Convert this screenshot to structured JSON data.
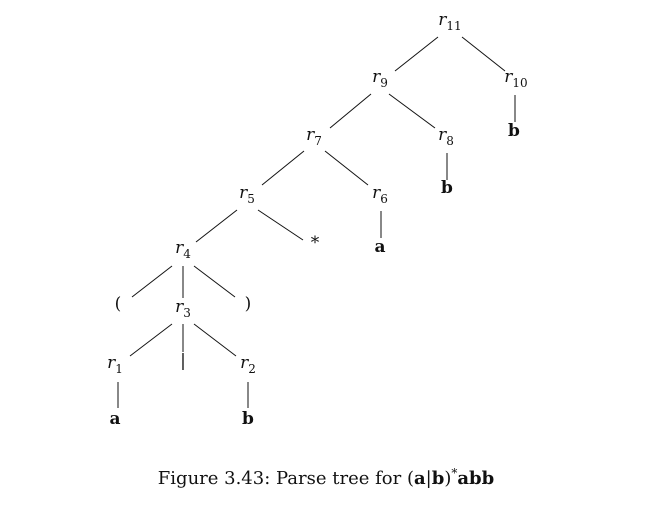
{
  "diagram": {
    "nodes": [
      {
        "id": "r11",
        "kind": "var",
        "base": "r",
        "sub": "11"
      },
      {
        "id": "r9",
        "kind": "var",
        "base": "r",
        "sub": "9"
      },
      {
        "id": "r10",
        "kind": "var",
        "base": "r",
        "sub": "10"
      },
      {
        "id": "r7",
        "kind": "var",
        "base": "r",
        "sub": "7"
      },
      {
        "id": "r8",
        "kind": "var",
        "base": "r",
        "sub": "8"
      },
      {
        "id": "r5",
        "kind": "var",
        "base": "r",
        "sub": "5"
      },
      {
        "id": "r6",
        "kind": "var",
        "base": "r",
        "sub": "6"
      },
      {
        "id": "r4",
        "kind": "var",
        "base": "r",
        "sub": "4"
      },
      {
        "id": "r3",
        "kind": "var",
        "base": "r",
        "sub": "3"
      },
      {
        "id": "r1",
        "kind": "var",
        "base": "r",
        "sub": "1"
      },
      {
        "id": "r2",
        "kind": "var",
        "base": "r",
        "sub": "2"
      },
      {
        "id": "star",
        "kind": "sym",
        "text": "*"
      },
      {
        "id": "lparen",
        "kind": "sym",
        "text": "("
      },
      {
        "id": "rparen",
        "kind": "sym",
        "text": ")"
      },
      {
        "id": "bar",
        "kind": "sym",
        "text": "|"
      },
      {
        "id": "a1",
        "kind": "term",
        "text": "a"
      },
      {
        "id": "b2",
        "kind": "term",
        "text": "b"
      },
      {
        "id": "a6",
        "kind": "term",
        "text": "a"
      },
      {
        "id": "b8",
        "kind": "term",
        "text": "b"
      },
      {
        "id": "b10",
        "kind": "term",
        "text": "b"
      }
    ],
    "edges": [
      [
        "r11",
        "r9"
      ],
      [
        "r11",
        "r10"
      ],
      [
        "r9",
        "r7"
      ],
      [
        "r9",
        "r8"
      ],
      [
        "r7",
        "r5"
      ],
      [
        "r7",
        "r6"
      ],
      [
        "r5",
        "r4"
      ],
      [
        "r5",
        "star"
      ],
      [
        "r4",
        "lparen"
      ],
      [
        "r4",
        "r3"
      ],
      [
        "r4",
        "rparen"
      ],
      [
        "r3",
        "r1"
      ],
      [
        "r3",
        "bar"
      ],
      [
        "r3",
        "r2"
      ],
      [
        "r1",
        "a1"
      ],
      [
        "r2",
        "b2"
      ],
      [
        "r6",
        "a6"
      ],
      [
        "r8",
        "b8"
      ],
      [
        "r10",
        "b10"
      ]
    ]
  },
  "caption": {
    "prefix": "Figure 3.43: Parse tree for ",
    "lparen": "(",
    "a": "a",
    "bar": "|",
    "b": "b",
    "rparen": ")",
    "star": "*",
    "tail": "abb"
  }
}
